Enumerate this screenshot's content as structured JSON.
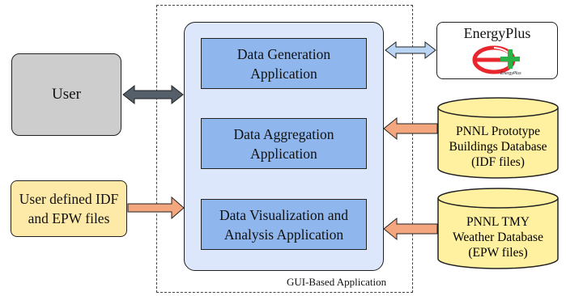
{
  "container": {
    "label": "GUI-Based Application"
  },
  "apps": [
    {
      "line1": "Data Generation",
      "line2": "Application"
    },
    {
      "line1": "Data Aggregation",
      "line2": "Application"
    },
    {
      "line1": "Data Visualization and",
      "line2": "Analysis Application"
    }
  ],
  "user": {
    "label": "User"
  },
  "user_files": {
    "line1": "User defined IDF",
    "line2": "and EPW files"
  },
  "energyplus": {
    "label": "EnergyPlus",
    "logo_text": "EnergyPlus"
  },
  "databases": [
    {
      "line1": "PNNL Prototype",
      "line2": "Buildings Database",
      "line3": "(IDF files)"
    },
    {
      "line1": "PNNL TMY",
      "line2": "Weather Database",
      "line3": "(EPW files)"
    }
  ],
  "colors": {
    "panel": "#dce7fb",
    "app_box": "#8fb7ee",
    "user_box": "#cdcdcd",
    "file_box": "#fdeaa8",
    "cylinder": "#fff1a0",
    "arrow_dark": "#555f6a",
    "arrow_blue": "#b9d5f3",
    "arrow_orange": "#f4a67e",
    "logo_red": "#e8262d",
    "logo_green": "#2bb34a"
  }
}
